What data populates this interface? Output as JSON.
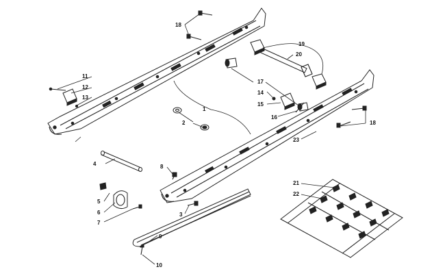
{
  "diagram": {
    "callouts": [
      {
        "id": "c1",
        "label": "1"
      },
      {
        "id": "c2",
        "label": "2"
      },
      {
        "id": "c3",
        "label": "3"
      },
      {
        "id": "c4",
        "label": "4"
      },
      {
        "id": "c5",
        "label": "5"
      },
      {
        "id": "c6",
        "label": "6"
      },
      {
        "id": "c7",
        "label": "7"
      },
      {
        "id": "c8",
        "label": "8"
      },
      {
        "id": "c9",
        "label": "9"
      },
      {
        "id": "c10",
        "label": "10"
      },
      {
        "id": "c11",
        "label": "11"
      },
      {
        "id": "c12",
        "label": "12"
      },
      {
        "id": "c13",
        "label": "13"
      },
      {
        "id": "c14",
        "label": "14"
      },
      {
        "id": "c15",
        "label": "15"
      },
      {
        "id": "c16",
        "label": "16"
      },
      {
        "id": "c17",
        "label": "17"
      },
      {
        "id": "c18a",
        "label": "18"
      },
      {
        "id": "c18b",
        "label": "18"
      },
      {
        "id": "c19",
        "label": "19"
      },
      {
        "id": "c20",
        "label": "20"
      },
      {
        "id": "c21",
        "label": "21"
      },
      {
        "id": "c22",
        "label": "22"
      },
      {
        "id": "c23",
        "label": "23"
      }
    ],
    "line_color": "#222222",
    "background": "#ffffff"
  }
}
